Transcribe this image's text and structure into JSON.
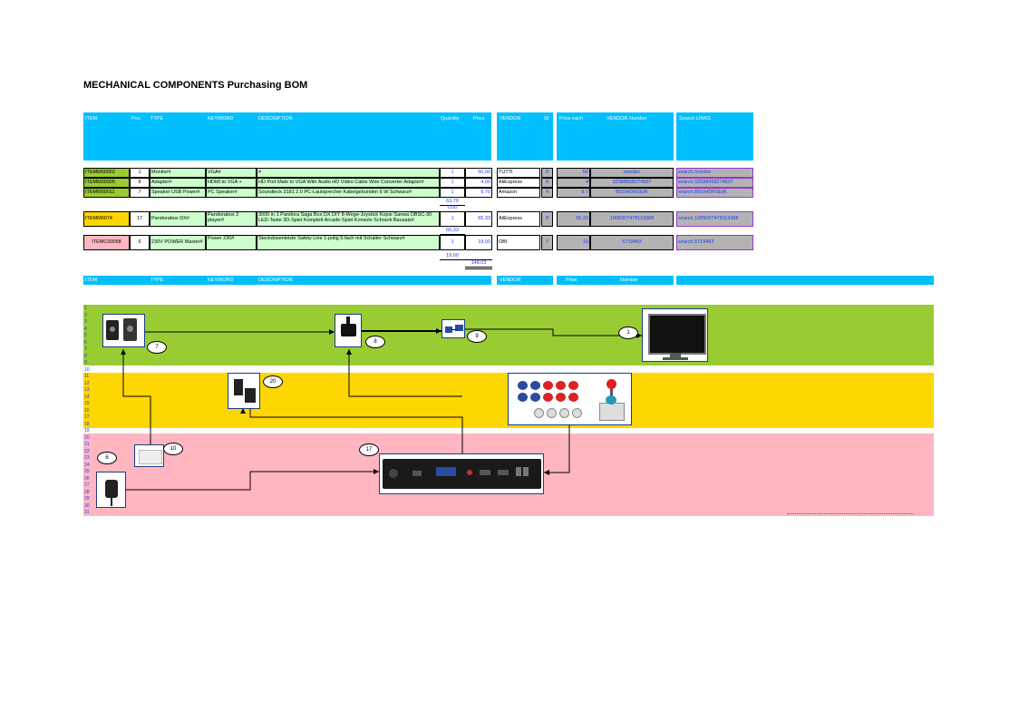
{
  "title": "MECHANICAL COMPONENTS Purchasing BOM",
  "header": {
    "item": "ITEM",
    "pos": "Pos.",
    "type": "TYPE",
    "keyword": "KEYWORD",
    "description": "DESCRIPTION",
    "quantity": "Quantity",
    "price": "Price",
    "vendor": "VENDOR",
    "id": "ID",
    "price_each": "Price each",
    "vendor_number": "VENDOR Number",
    "search_links": "Search LINKS"
  },
  "group1": [
    {
      "item": "ITEMM00002",
      "pos": "1",
      "type": "Monitor#",
      "keyword": "VGA#",
      "description": "#",
      "qty": "1",
      "price": "50,00",
      "vendor": "TUTTI",
      "id": "8",
      "price_each": "50",
      "vendor_number": "monitor",
      "link": "search.monitor"
    },
    {
      "item": "ITEMM00005",
      "pos": "8",
      "type": "Adapter#",
      "keyword": "HDMI to VGA + audio#",
      "description": "HD Port Male to VGA With Audio HD Video Cable Wire Converter Adapter#",
      "qty": "1",
      "price": "4,00",
      "vendor": "AliExpress",
      "id": "8",
      "price_each": "4",
      "vendor_number": "32588658274507",
      "link": "search.32588658274507"
    },
    {
      "item": "ITEMM00011",
      "pos": "7",
      "type": "Speaker USB Power#",
      "keyword": "PC Speaker#",
      "description": "Soundteck 3181 2.0 PC-Lautsprecher Kabelgebunden 6 W Schwarz#",
      "qty": "1",
      "price": "9,70",
      "vendor": "Amazon",
      "id": "4",
      "price_each": "9.7",
      "vendor_number": "B01IHDRSEIK",
      "link": "search.B01IHDRSEIK"
    }
  ],
  "group1_sub": "63,70",
  "group1_sub2": "0,00",
  "group2": [
    {
      "item": "ITEMM0074",
      "pos": "17",
      "type": "Pandorabox DX#",
      "keyword": "Pandorabox 2 player#",
      "description": "3000 in 1 Pandora Saga Box DX DIY 8-Wege-Joystick Kopie Sanwa OBSC-30 LED-Taste 3D-Spiel Komplett Arcade-Spiel Konsole Schrank Bausatz#",
      "qty": "1",
      "price": "65,33",
      "vendor": "AliExpress",
      "id": "8",
      "price_each": "65.33",
      "vendor_number": "1005007478119388",
      "link": "search.1005007478119388"
    }
  ],
  "group2_sub": "65,33",
  "group3": [
    {
      "item": "ITEMC00058",
      "pos": "6",
      "type": "230V POWER Master#",
      "keyword": "Power 230#",
      "description": "Steckdosenleiste Safety Line 1-polig 5-fach mit Schalter Schwarz#",
      "qty": "1",
      "price": "19,00",
      "vendor": "OBI",
      "id": "7",
      "price_each": "19",
      "vendor_number": "5719483",
      "link": "search.5719483"
    }
  ],
  "group3_sub": "19,00",
  "total": "148,03",
  "header2": {
    "item": "ITEM",
    "type": "TYPE",
    "keyword": "KEYWORD",
    "description": "DESCRIPTION",
    "vendor": "VENDOR",
    "price": "Price",
    "number": "Number"
  },
  "row_numbers": [
    "1",
    "2",
    "3",
    "4",
    "5",
    "6",
    "7",
    "8",
    "9",
    "10",
    "11",
    "12",
    "13",
    "14",
    "15",
    "16",
    "17",
    "18",
    "19",
    "20",
    "21",
    "22",
    "23",
    "24",
    "25",
    "26",
    "27",
    "28",
    "29",
    "30",
    "31"
  ],
  "diagram": {
    "lane_colors": {
      "top": "#99cc33",
      "middle": "#ffd700",
      "bottom": "#ffb6c1"
    },
    "tags": [
      "7",
      "8",
      "9",
      "1",
      "20",
      "10",
      "6",
      "17"
    ]
  }
}
